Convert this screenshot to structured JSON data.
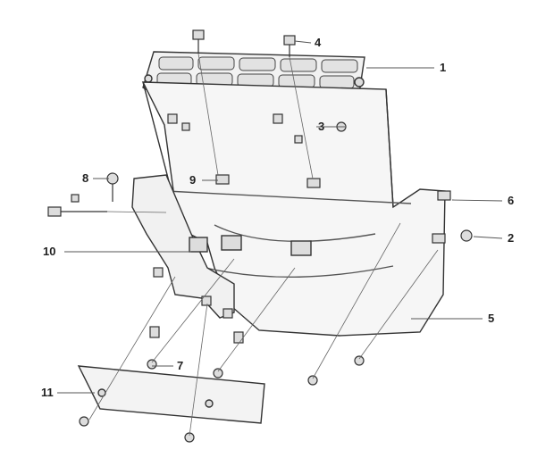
{
  "diagram": {
    "type": "exploded-parts-diagram",
    "callouts": [
      {
        "id": "c1",
        "text": "1"
      },
      {
        "id": "c2",
        "text": "2"
      },
      {
        "id": "c3",
        "text": "3"
      },
      {
        "id": "c4",
        "text": "4"
      },
      {
        "id": "c5",
        "text": "5"
      },
      {
        "id": "c6",
        "text": "6"
      },
      {
        "id": "c7",
        "text": "7"
      },
      {
        "id": "c8",
        "text": "8"
      },
      {
        "id": "c9",
        "text": "9"
      },
      {
        "id": "c10",
        "text": "10"
      },
      {
        "id": "c11",
        "text": "11"
      }
    ],
    "colors": {
      "line": "#333333",
      "leader": "#555555",
      "part_fill": "#f4f4f4",
      "grid_fill": "#e2e2e2",
      "watermark": "#b0b0b0"
    }
  }
}
